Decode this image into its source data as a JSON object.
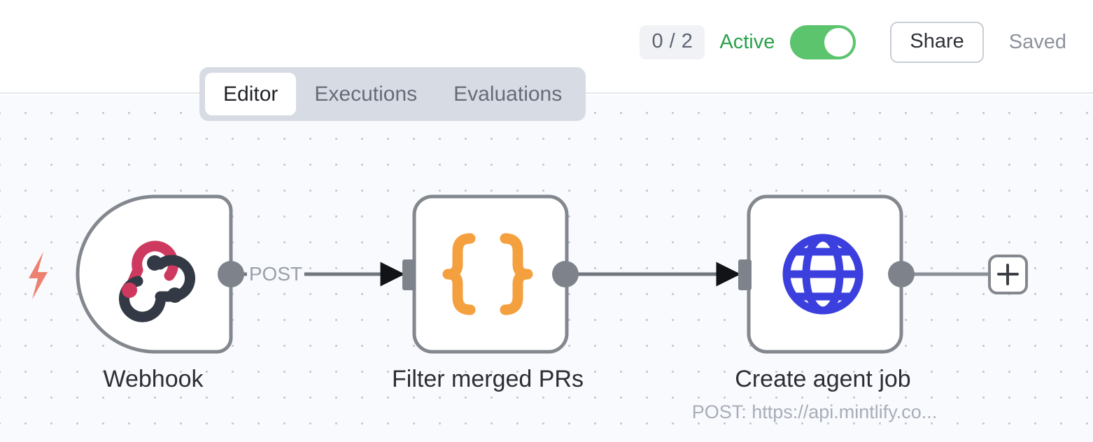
{
  "header": {
    "count_badge": "0 / 2",
    "active_label": "Active",
    "toggle": {
      "name": "active-toggle",
      "state": "on",
      "color": "#5CC46C"
    },
    "share_label": "Share",
    "saved_label": "Saved"
  },
  "tabs": [
    {
      "label": "Editor",
      "active": true
    },
    {
      "label": "Executions",
      "active": false
    },
    {
      "label": "Evaluations",
      "active": false
    }
  ],
  "canvas": {
    "background": "#F8FAFD",
    "dot_color": "#C4C9D4",
    "nodes": [
      {
        "id": "webhook",
        "title": "Webhook",
        "subtitle": "",
        "icon": "webhook-icon",
        "shape": "trigger",
        "trigger_bolt": true,
        "bolt_color": "#EE8070",
        "icon_colors": {
          "primary": "#CE3A5F",
          "secondary": "#333A45"
        }
      },
      {
        "id": "filter-merged-prs",
        "title": "Filter merged PRs",
        "subtitle": "",
        "icon": "code-braces-icon",
        "shape": "action",
        "icon_colors": {
          "primary": "#F5A03F"
        }
      },
      {
        "id": "create-agent-job",
        "title": "Create agent job",
        "subtitle": "POST: https://api.mintlify.co...",
        "icon": "globe-icon",
        "shape": "action",
        "icon_colors": {
          "primary": "#3B3FDE"
        }
      }
    ],
    "edges": [
      {
        "from": "webhook",
        "to": "filter-merged-prs",
        "label": "POST"
      },
      {
        "from": "filter-merged-prs",
        "to": "create-agent-job",
        "label": ""
      }
    ],
    "add_button": {
      "label": "+",
      "name": "add-node-button"
    }
  }
}
